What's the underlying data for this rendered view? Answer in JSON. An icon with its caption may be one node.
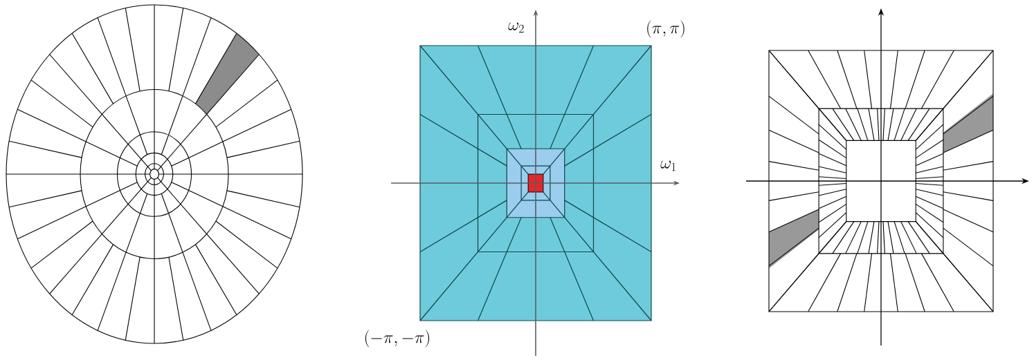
{
  "diagram": {
    "labels": [
      "\\omega_2",
      "(\\pi,\\pi)",
      "\\omega_1",
      "(-\\pi,-\\pi)"
    ]
  }
}
